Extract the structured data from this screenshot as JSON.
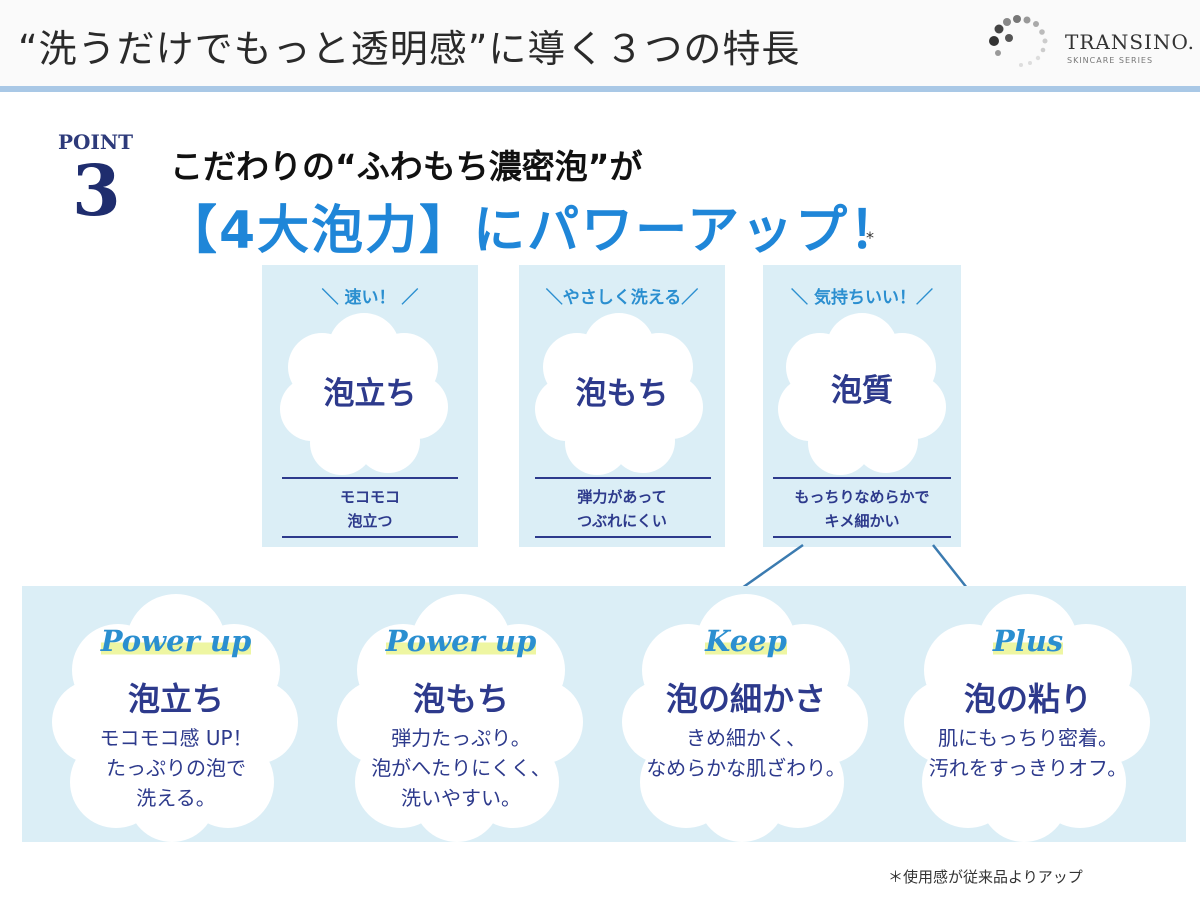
{
  "header": {
    "title": "“洗うだけでもっと透明感”に導く３つの特長",
    "logo_name": "TRANSINO.",
    "logo_sub": "SKINCARE SERIES"
  },
  "point": {
    "label": "POINT",
    "number": "3"
  },
  "headline": {
    "line1": "こだわりの“ふわもち濃密泡”が",
    "line2": "【4大泡力】にパワーアップ！",
    "asterisk": "*"
  },
  "cards": [
    {
      "tag": "＼ 速い！ ／",
      "title": "泡立ち",
      "desc_line1": "モコモコ",
      "desc_line2": "泡立つ"
    },
    {
      "tag": "＼やさしく洗える／",
      "title": "泡もち",
      "desc_line1": "弾力があって",
      "desc_line2": "つぶれにくい"
    },
    {
      "tag": "＼ 気持ちいい！／",
      "title": "泡質",
      "desc_line1": "もっちりなめらかで",
      "desc_line2": "キメ細かい"
    }
  ],
  "clouds": [
    {
      "tag": "Power up",
      "title": "泡立ち",
      "desc": "モコモコ感 UP！\nたっぷりの泡で\n洗える。"
    },
    {
      "tag": "Power up",
      "title": "泡もち",
      "desc": "弾力たっぷり。\n泡がへたりにくく、\n洗いやすい。"
    },
    {
      "tag": "Keep",
      "title": "泡の細かさ",
      "desc": "きめ細かく、\nなめらかな肌ざわり。"
    },
    {
      "tag": "Plus",
      "title": "泡の粘り",
      "desc": "肌にもっちり密着。\n汚れをすっきりオフ。"
    }
  ],
  "footnote": "＊使用感が従来品よりアップ",
  "colors": {
    "accent_blue": "#1f86d8",
    "navy": "#2d3a8c",
    "panel": "#dbeef6",
    "highlight": "#eef6a2"
  }
}
